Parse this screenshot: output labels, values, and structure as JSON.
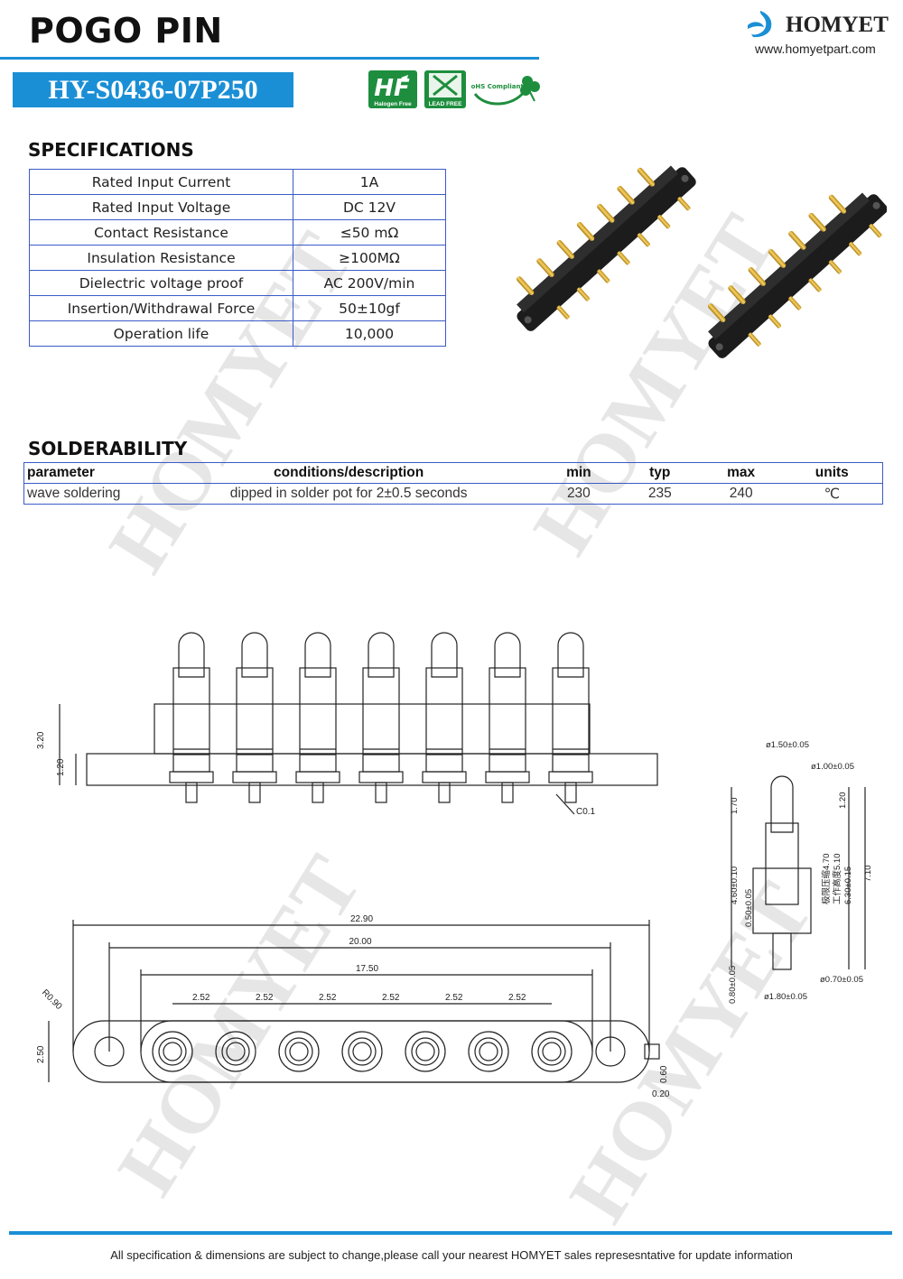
{
  "header": {
    "title": "POGO PIN",
    "brand": "HOMYET",
    "website": "www.homyetpart.com",
    "model": "HY-S0436-07P250",
    "accent_color": "#1b8fd6"
  },
  "certifications": [
    {
      "label": "Halogen Free",
      "icon": "halogen-free-icon"
    },
    {
      "label": "LEAD FREE",
      "icon": "lead-free-icon"
    },
    {
      "label": "RoHS Compliant",
      "icon": "rohs-clover-icon"
    }
  ],
  "watermark": "HOMYET",
  "specifications": {
    "title": "SPECIFICATIONS",
    "rows": [
      {
        "label": "Rated Input Current",
        "value": "1A"
      },
      {
        "label": "Rated Input Voltage",
        "value": "DC  12V"
      },
      {
        "label": "Contact Resistance",
        "value": "≤50 mΩ"
      },
      {
        "label": "Insulation Resistance",
        "value": "≥100MΩ"
      },
      {
        "label": "Dielectric voltage proof",
        "value": "AC 200V/min"
      },
      {
        "label": "Insertion/Withdrawal Force",
        "value": "50±10gf"
      },
      {
        "label": "Operation life",
        "value": "10,000"
      }
    ]
  },
  "solderability": {
    "title": "SOLDERABILITY",
    "headers": [
      "parameter",
      "conditions/description",
      "min",
      "typ",
      "max",
      "units"
    ],
    "rows": [
      [
        "wave soldering",
        "dipped in solder pot for 2±0.5 seconds",
        "230",
        "235",
        "240",
        "℃"
      ]
    ]
  },
  "drawing": {
    "front_dims": [
      "3.20",
      "1.20",
      "C0.1"
    ],
    "top_dims": [
      "22.90",
      "20.00",
      "17.50",
      "2.52",
      "R0.90",
      "2.50",
      "0.60",
      "0.20"
    ],
    "side_dims": [
      "ø1.50±0.05",
      "ø1.00±0.05",
      "1.70",
      "1.20",
      "4.60±0.10",
      "0.50±0.05",
      "极限压缩4.70",
      "工作高度5.10",
      "6.30±0.15",
      "7.10",
      "ø0.70±0.05",
      "0.80±0.05",
      "ø1.80±0.05"
    ]
  },
  "footer": {
    "note": "All specification & dimensions are subject to change,please call your nearest HOMYET sales represesntative for update information"
  }
}
